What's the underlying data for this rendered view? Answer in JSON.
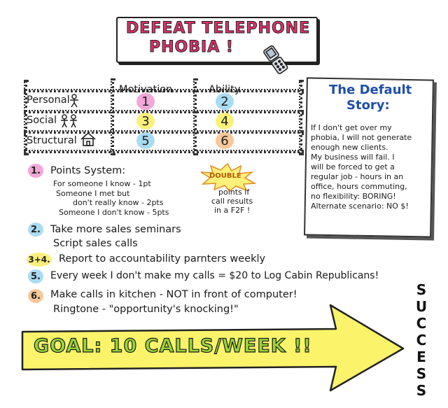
{
  "title": {
    "line1": "DEFEAT TELEPHONE",
    "line2": "PHOBIA !"
  },
  "grid": {
    "columns": [
      "Motivation",
      "Ability"
    ],
    "rows": [
      {
        "label": "Personal",
        "cells": [
          "1",
          "2"
        ]
      },
      {
        "label": "Social",
        "cells": [
          "3",
          "4"
        ]
      },
      {
        "label": "Structural",
        "cells": [
          "5",
          "6"
        ]
      }
    ]
  },
  "default_story": {
    "title_line1": "The Default",
    "title_line2": "Story:",
    "lines": [
      "If I don't get over my",
      "phobia, I will not generate",
      "enough new clients.",
      "My business will fail. I",
      "will be forced to get a",
      "regular job - hours in an",
      "office, hours commuting,",
      "no flexibility: BORING!",
      "Alternate scenario: NO $!"
    ]
  },
  "points": {
    "number": "1.",
    "heading": "Points System:",
    "lines": [
      "For someone I know - 1pt",
      "Someone I met but",
      "don't really know - 2pts",
      "Someone I don't know - 5pts"
    ]
  },
  "double": {
    "badge": "DOUBLE",
    "note_lines": [
      "points if",
      "call results",
      "in a F2F !"
    ]
  },
  "items": [
    {
      "number": "2.",
      "lines": [
        "Take more sales seminars",
        "Script sales calls"
      ]
    },
    {
      "number": "3+4.",
      "lines": [
        "Report to accountability parnters weekly"
      ]
    },
    {
      "number": "5.",
      "lines": [
        "Every week I don't make my calls = $20 to Log Cabin Republicans!"
      ]
    },
    {
      "number": "6.",
      "lines": [
        "Make calls in kitchen - NOT in front of computer!",
        "Ringtone - \"opportunity's knocking!\""
      ]
    }
  ],
  "goal": "GOAL: 10 CALLS/WEEK !!",
  "success": [
    "S",
    "U",
    "C",
    "C",
    "E",
    "S",
    "S"
  ],
  "colors": {
    "pink": "#f2a7d8",
    "blue": "#a9dcf2",
    "yellow": "#fbf07a",
    "orange": "#f7c89a",
    "title_pink": "#e0306a",
    "story_blue": "#1f4fa8",
    "money_green": "#2e8b2e",
    "arrow_yellow": "#fbf36a",
    "goal_green": "#9ad63a"
  },
  "icons": {
    "personal": "person-icon",
    "social": "people-icon",
    "structural": "house-icon",
    "phone": "flip-phone-icon"
  }
}
